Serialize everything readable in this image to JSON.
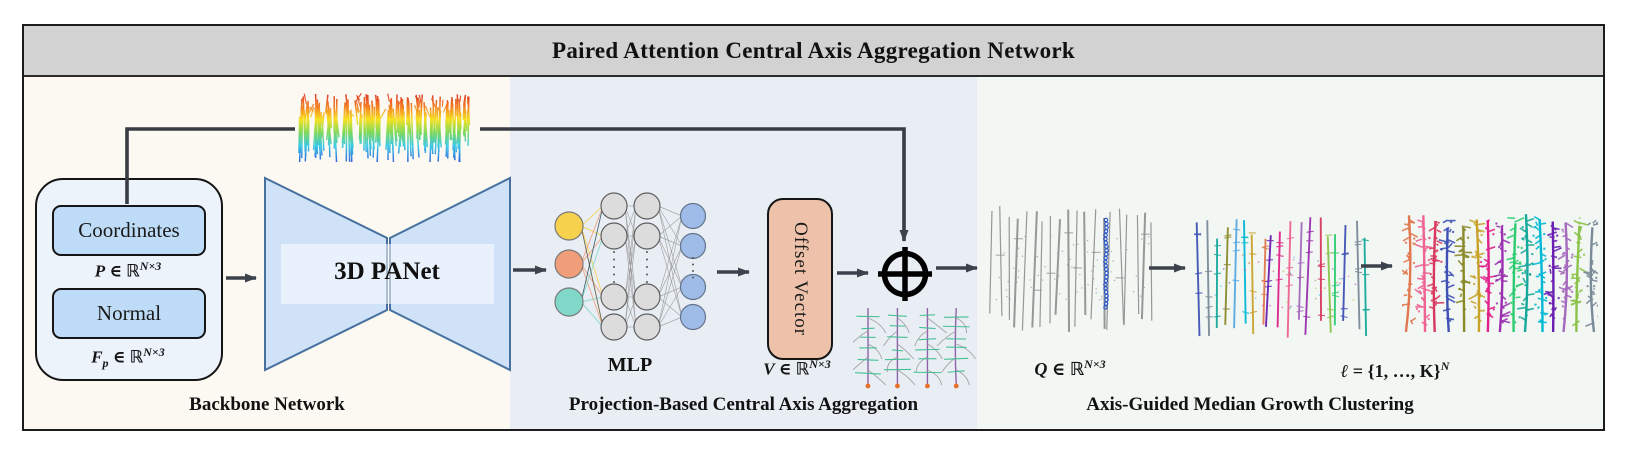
{
  "title": "Paired Attention Central Axis Aggregation Network",
  "backbone": {
    "section_label": "Backbone Network",
    "coordinates_label": "Coordinates",
    "normal_label": "Normal",
    "panet_label": "3D PANet",
    "formula_p": {
      "variable": "P",
      "relation": " ∈ ℝ",
      "superscript": "N×3"
    },
    "formula_f": {
      "variable": "F",
      "subscript": "p",
      "relation": " ∈ ℝ",
      "superscript": "N×3"
    }
  },
  "projection": {
    "section_label": "Projection-Based Central Axis Aggregation",
    "mlp_label": "MLP",
    "offset_vector_label": "Offset Vector",
    "sum_symbol": "⊕",
    "formula_v": {
      "variable": "V",
      "relation": " ∈ ℝ",
      "superscript": "N×3"
    }
  },
  "clustering": {
    "section_label": "Axis-Guided Median Growth Clustering",
    "formula_q": {
      "variable": "Q",
      "relation": " ∈ ℝ",
      "superscript": "N×3"
    },
    "formula_l": {
      "variable": "ℓ",
      "relation": " = {1, …, K}",
      "superscript": "N"
    }
  },
  "colors": {
    "title_bar_bg": "#d2d2d2",
    "backbone_bg": "#fbf9f1",
    "projection_bg": "#e9eef5",
    "clustering_bg": "#f2f7f3",
    "group_box_fill": "#ecf3fb",
    "input_box_fill": "#bedcf7",
    "trapezoid_fill": "#cfe2f8",
    "trapezoid_stroke": "#47709e",
    "offset_box_fill": "#eec2aa",
    "arrow_color": "#3c424c",
    "skip_line_color": "#383d44",
    "mlp_input_colors": [
      "#f6d14e",
      "#ef9e79",
      "#82d8c8"
    ],
    "mlp_hidden_color": "#dcdcdc",
    "mlp_output_color": "#9fbce8",
    "axis_gray": "#8f8f8f",
    "axis_highlight_blue": "#2753c8",
    "skeleton_stem_purple": "#9061a8",
    "skeleton_leaf_green": "#3dbd8f",
    "skeleton_base_orange": "#e8722a",
    "rainbow_colormap": [
      "#d92722",
      "#f47b20",
      "#f7e01f",
      "#7ed957",
      "#35c8e8",
      "#2b50d8"
    ],
    "cluster_palette": [
      "#16a89a",
      "#e0218a",
      "#3f51b5",
      "#e2784f",
      "#8bc34a",
      "#00b8d4",
      "#9b30b0",
      "#8a8a2a",
      "#ef6292",
      "#7a8a99",
      "#6a1fb2",
      "#2ecc71",
      "#c8a22b",
      "#d8385e",
      "#58a8e0",
      "#a569bd"
    ]
  }
}
